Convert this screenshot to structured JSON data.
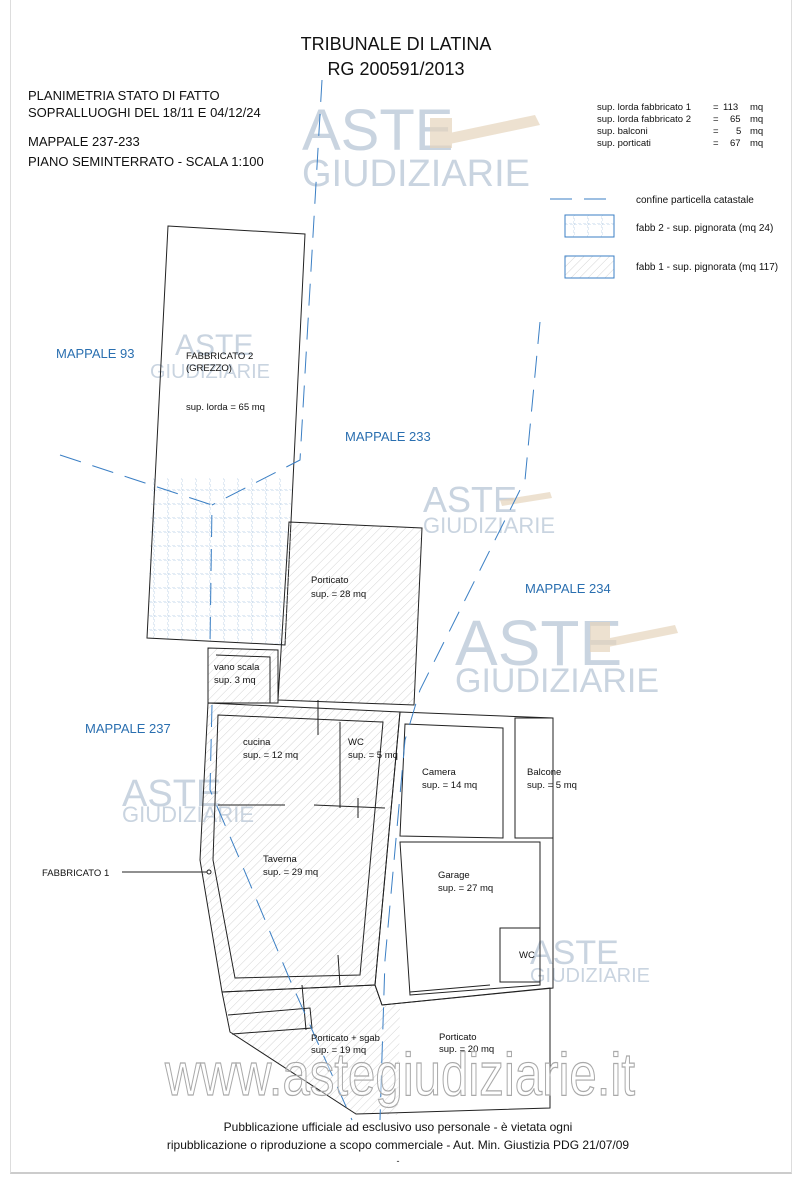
{
  "header": {
    "title": "TRIBUNALE DI LATINA",
    "rg": "RG 200591/2013"
  },
  "info": {
    "line1": "PLANIMETRIA STATO DI FATTO",
    "line2": "SOPRALLUOGHI DEL 18/11 E 04/12/24",
    "line3": "MAPPALE 237-233",
    "line4": "PIANO SEMINTERRATO - SCALA 1:100"
  },
  "summary": [
    {
      "label": "sup. lorda fabbricato 1",
      "eq": "=",
      "value": "113",
      "unit": "mq"
    },
    {
      "label": "sup. lorda fabbricato 2",
      "eq": "=",
      "value": "65",
      "unit": "mq"
    },
    {
      "label": "sup. balconi",
      "eq": "=",
      "value": "5",
      "unit": "mq"
    },
    {
      "label": "sup. porticati",
      "eq": "=",
      "value": "67",
      "unit": "mq"
    }
  ],
  "legend": {
    "boundary": "confine particella catastale",
    "fabb2": "fabb 2 - sup. pignorata (mq 24)",
    "fabb1": "fabb 1 - sup. pignorata (mq 117)"
  },
  "mappali": {
    "m93": "MAPPALE 93",
    "m233": "MAPPALE 233",
    "m234": "MAPPALE 234",
    "m237": "MAPPALE 237"
  },
  "rooms": {
    "fabb2_name": "FABBRICATO 2",
    "fabb2_sub": "(GREZZO)",
    "fabb2_area": "sup. lorda = 65 mq",
    "porticato_top": "Porticato",
    "porticato_top_area": "sup. = 28 mq",
    "vano": "vano scala",
    "vano_area": "sup. 3 mq",
    "cucina": "cucina",
    "cucina_area": "sup. = 12 mq",
    "wc1": "WC",
    "wc1_area": "sup. = 5 mq",
    "camera": "Camera",
    "camera_area": "sup. = 14 mq",
    "balcone": "Balcone",
    "balcone_area": "sup. = 5 mq",
    "taverna": "Taverna",
    "taverna_area": "sup. = 29 mq",
    "garage": "Garage",
    "garage_area": "sup. = 27 mq",
    "wc2": "WC",
    "port_sgab": "Porticato  + sgab",
    "port_sgab_area": "sup. = 19 mq",
    "port_bottom": "Porticato",
    "port_bottom_area": "sup. = 20 mq"
  },
  "fabbricato1_label": "FABBRICATO 1",
  "watermark": {
    "aste": "ASTE",
    "giudiziarie": "GIUDIZIARIE",
    "url": "www.astegiudiziarie.it"
  },
  "footer": {
    "line1": "Pubblicazione ufficiale ad esclusivo uso personale - è vietata ogni",
    "line2": "ripubblicazione o riproduzione a scopo commerciale - Aut. Min. Giustizia PDG 21/07/09",
    "mark": "-"
  },
  "colors": {
    "mappale": "#2a6fb0",
    "boundary": "#3b7fc4",
    "watermark": "#b8c6d6"
  }
}
